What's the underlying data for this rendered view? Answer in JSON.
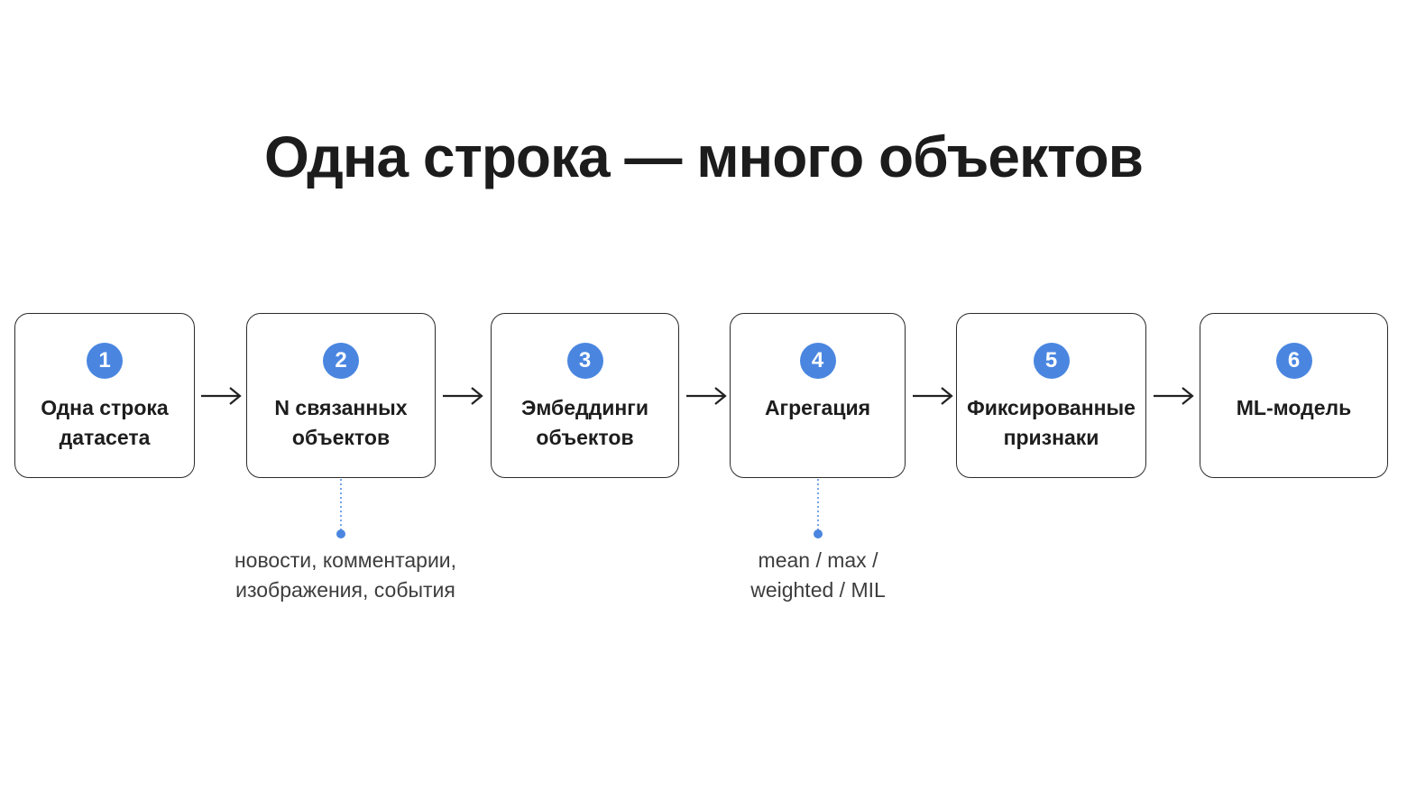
{
  "title": "Одна строка — много объектов",
  "colors": {
    "accent": "#4a86e0",
    "border": "#2b2b2b",
    "text": "#1d1d1d",
    "note_text": "#3d3d3d"
  },
  "steps": [
    {
      "number": "1",
      "label": "Одна строка\nдатасета"
    },
    {
      "number": "2",
      "label": "N связанных\nобъектов"
    },
    {
      "number": "3",
      "label": "Эмбеддинги\nобъектов"
    },
    {
      "number": "4",
      "label": "Агрегация"
    },
    {
      "number": "5",
      "label": "Фиксированные\nпризнаки"
    },
    {
      "number": "6",
      "label": "ML-модель"
    }
  ],
  "notes": {
    "related_objects": "новости, комментарии,\nизображения, события",
    "aggregation": "mean / max /\nweighted / MIL"
  },
  "icons": {
    "flow_arrow": "arrow-right-icon"
  }
}
